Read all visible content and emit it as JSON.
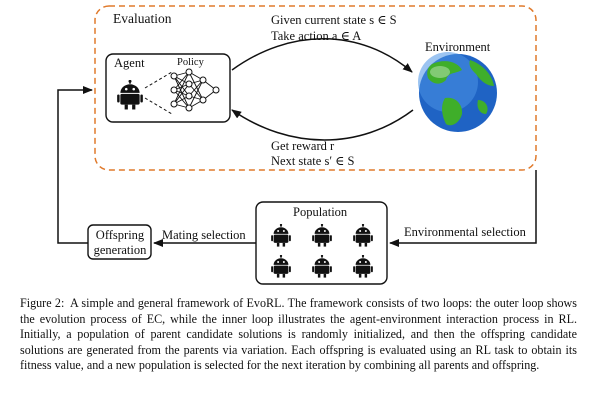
{
  "figure": {
    "evaluation_label": "Evaluation",
    "agent_label": "Agent",
    "policy_label": "Policy",
    "environment_label": "Environment",
    "top_arrow_line1": "Given current state s ∈ S",
    "top_arrow_line2": "Take action a ∈ A",
    "bottom_arrow_line1": "Get reward r",
    "bottom_arrow_line2": "Next state s′ ∈ S",
    "population_label": "Population",
    "environmental_selection_label": "Environmental selection",
    "mating_selection_label": "Mating selection",
    "offspring_line1": "Offspring",
    "offspring_line2": "generation",
    "colors": {
      "evaluation_border": "#e07a2c",
      "ocean": "#1f63c4",
      "land": "#3fae2a"
    },
    "icons": [
      "robot-icon",
      "neural-network-icon",
      "globe-icon"
    ]
  },
  "caption": {
    "label": "Figure 2:",
    "text": "A simple and general framework of EvoRL. The framework consists of two loops: the outer loop shows the evolution process of EC, while the inner loop illustrates the agent-environment interaction process in RL. Initially, a population of parent candidate solutions is randomly initialized, and then the offspring candidate solutions are generated from the parents via variation. Each offspring is evaluated using an RL task to obtain its fitness value, and a new population is selected for the next iteration by combining all parents and offspring."
  }
}
